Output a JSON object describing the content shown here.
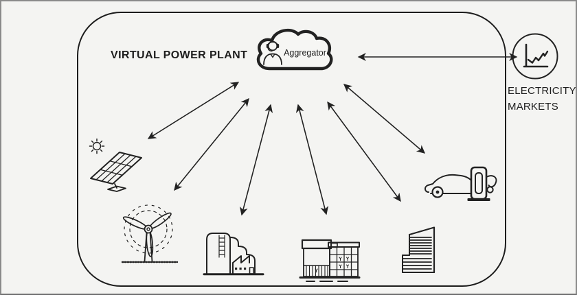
{
  "window": {
    "background": "#f4f4f2",
    "frame_border": "#8a8a8a"
  },
  "diagram": {
    "title": "VIRTUAL POWER PLANT",
    "aggregator": {
      "label": "Aggregator",
      "icon": "aggregator-cloud-icon",
      "person_icon": "call-agent-icon"
    },
    "markets": {
      "line1": "ELECTRICITY",
      "line2": "MARKETS",
      "icon": "market-trend-chart-icon"
    },
    "resources": [
      {
        "id": "solar",
        "icon": "solar-panel-icon"
      },
      {
        "id": "wind",
        "icon": "wind-turbine-icon"
      },
      {
        "id": "factory",
        "icon": "factory-icon"
      },
      {
        "id": "commercial",
        "icon": "commercial-building-icon"
      },
      {
        "id": "office",
        "icon": "office-building-icon"
      },
      {
        "id": "ev",
        "icon": "ev-charging-station-icon"
      }
    ],
    "connections": [
      {
        "from": "aggregator",
        "to": "solar",
        "bidirectional": true
      },
      {
        "from": "aggregator",
        "to": "wind",
        "bidirectional": true
      },
      {
        "from": "aggregator",
        "to": "factory",
        "bidirectional": true
      },
      {
        "from": "aggregator",
        "to": "commercial",
        "bidirectional": true
      },
      {
        "from": "aggregator",
        "to": "office",
        "bidirectional": true
      },
      {
        "from": "aggregator",
        "to": "ev",
        "bidirectional": true
      },
      {
        "from": "aggregator",
        "to": "markets",
        "bidirectional": true
      }
    ],
    "colors": {
      "line": "#222222",
      "text": "#1d1d1d"
    }
  }
}
